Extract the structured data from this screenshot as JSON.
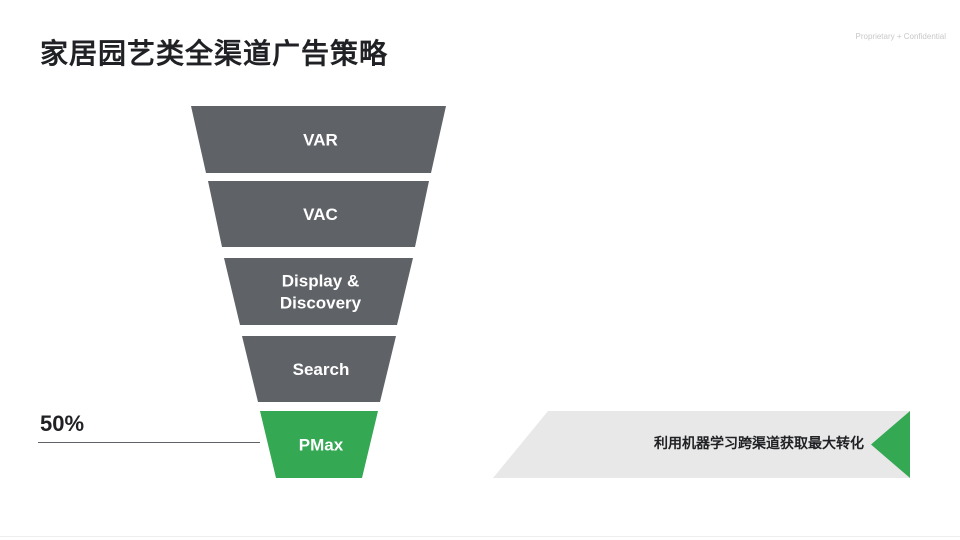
{
  "slide": {
    "title": "家居园艺类全渠道广告策略",
    "confidential": "Proprietary + Confidential"
  },
  "funnel": {
    "colors": {
      "default": "#5f6368",
      "highlight": "#34a853",
      "label": "#ffffff"
    },
    "segments": [
      {
        "id": "var",
        "lines": [
          "VAR"
        ],
        "highlight": false
      },
      {
        "id": "vac",
        "lines": [
          "VAC"
        ],
        "highlight": false
      },
      {
        "id": "display-discovery",
        "lines": [
          "Display &",
          "Discovery"
        ],
        "highlight": false
      },
      {
        "id": "search",
        "lines": [
          "Search"
        ],
        "highlight": false
      },
      {
        "id": "pmax",
        "lines": [
          "PMax"
        ],
        "highlight": true
      }
    ]
  },
  "callout": {
    "percent": "50%"
  },
  "banner": {
    "text": "利用机器学习跨渠道获取最大转化",
    "colors": {
      "band": "#e8e8e8",
      "arrow": "#34a853"
    }
  }
}
